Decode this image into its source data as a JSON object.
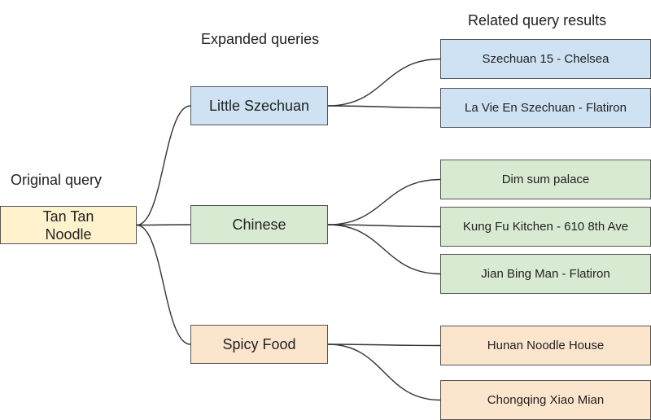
{
  "headings": {
    "original": "Original query",
    "expanded": "Expanded queries",
    "results": "Related query results"
  },
  "colors": {
    "original": "#fff2cc",
    "szechuan": "#cfe2f3",
    "chinese": "#d9ead3",
    "spicy": "#fce5cd",
    "border": "#555555",
    "connector": "#333333"
  },
  "original_query": {
    "label_line1": "Tan Tan",
    "label_line2": "Noodle"
  },
  "expanded_queries": [
    {
      "label": "Little Szechuan"
    },
    {
      "label": "Chinese"
    },
    {
      "label": "Spicy Food"
    }
  ],
  "results": [
    {
      "label": "Szechuan 15 - Chelsea",
      "parent": 0
    },
    {
      "label": "La Vie En Szechuan - Flatiron",
      "parent": 0
    },
    {
      "label": "Dim sum palace",
      "parent": 1
    },
    {
      "label": "Kung Fu Kitchen - 610 8th Ave",
      "parent": 1
    },
    {
      "label": "Jian Bing Man - Flatiron",
      "parent": 1
    },
    {
      "label": "Hunan Noodle House",
      "parent": 2
    },
    {
      "label": "Chongqing Xiao Mian",
      "parent": 2
    }
  ]
}
